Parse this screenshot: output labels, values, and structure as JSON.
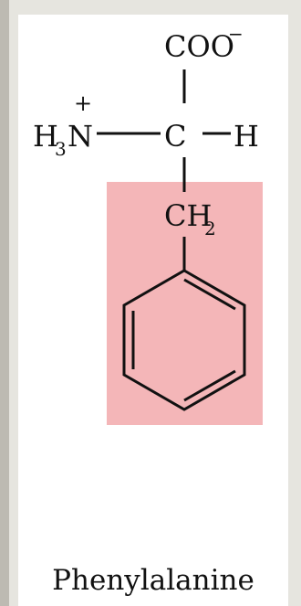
{
  "molecule": {
    "carboxyl_group": "COO",
    "carboxyl_charge": "−",
    "amino_group_main": "H",
    "amino_group_subscript": "3",
    "amino_group_atom": "N",
    "amino_charge": "+",
    "alpha_carbon": "C",
    "alpha_hydrogen": "H",
    "side_chain_main": "CH",
    "side_chain_subscript": "2",
    "highlight_color": "#f4b6b8",
    "bond_color": "#111111"
  },
  "caption": "Phenylalanine"
}
